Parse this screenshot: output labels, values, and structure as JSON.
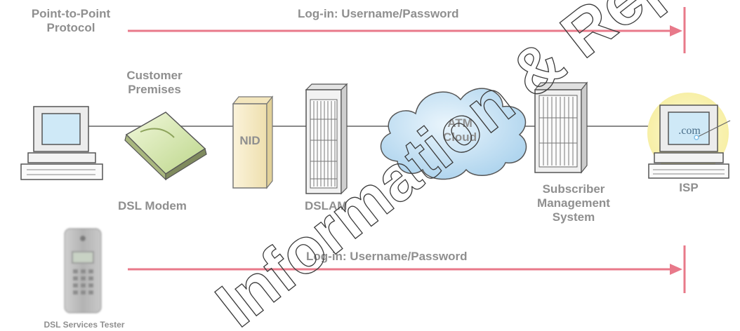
{
  "protocol_label": [
    "Point-to-Point",
    "Protocol"
  ],
  "login_top": "Log-in: Username/Password",
  "login_bottom": "Log-in: Username/Password",
  "customer_premises": [
    "Customer",
    "Premises"
  ],
  "nid_label": "NID",
  "atm_cloud": [
    "ATM",
    "Cloud"
  ],
  "dsl_modem": "DSL Modem",
  "dslam": "DSLAM",
  "subscriber_mgmt": [
    "Subscriber",
    "Management",
    "System"
  ],
  "isp": "ISP",
  "isp_screen_text": ".com",
  "tester": "DSL Services Tester",
  "watermark_text": "Information & Repair Services.com",
  "colors": {
    "arrow": "#e8798a",
    "label": "#8f8f8f",
    "cloud": "#b9dcf2",
    "nid": "#f6ecc8",
    "modem": "#dbeab1"
  }
}
